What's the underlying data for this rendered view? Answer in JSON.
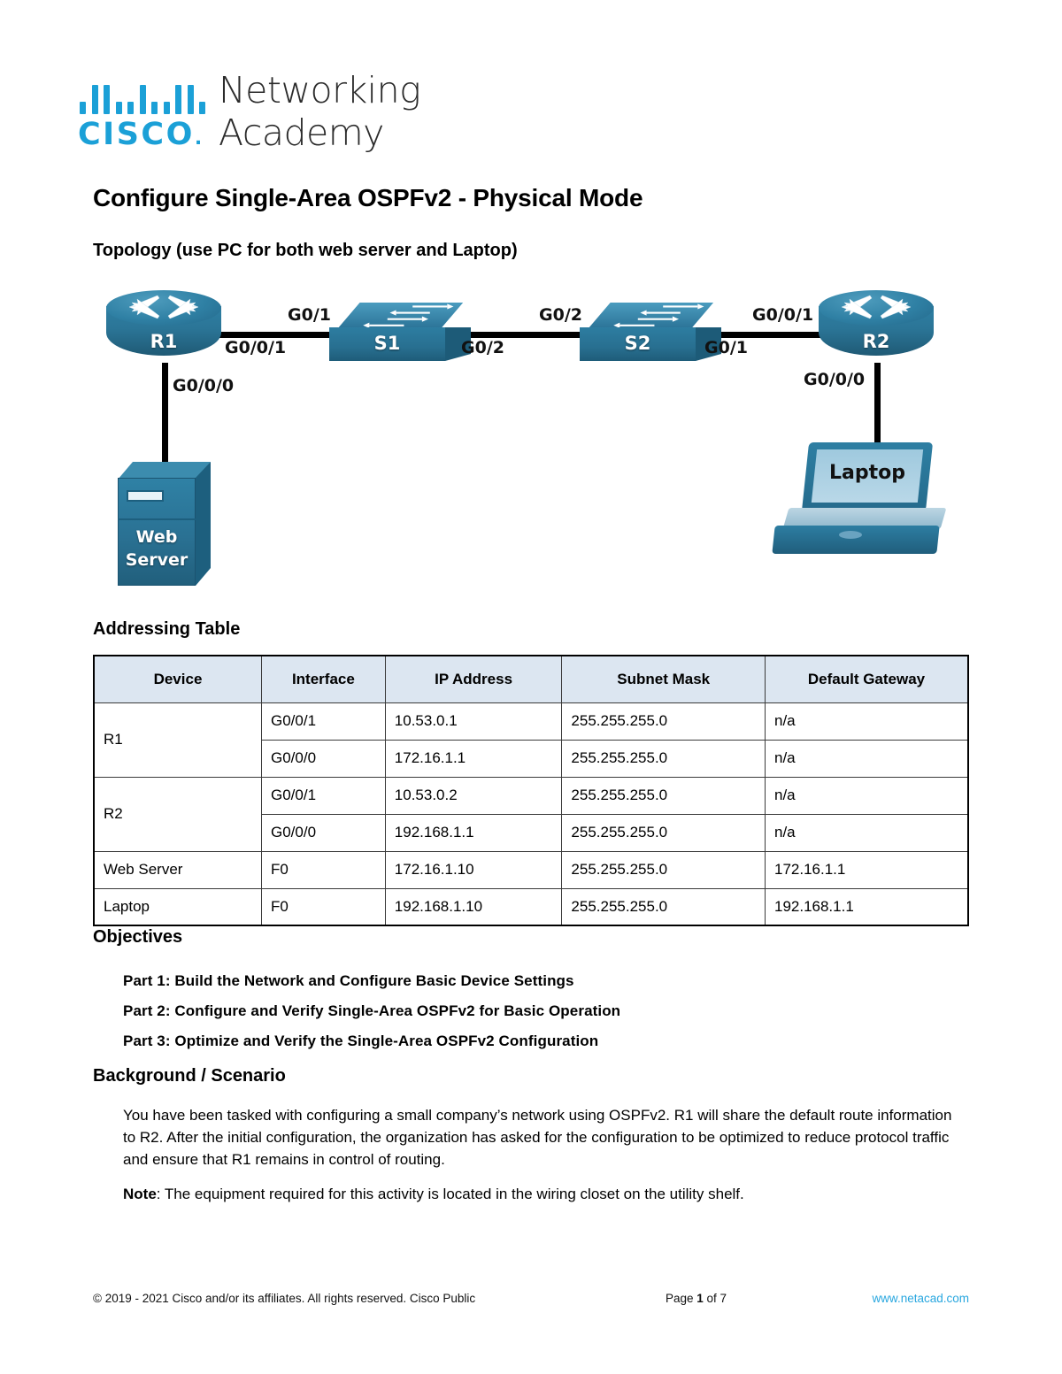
{
  "brand": {
    "logo_name": "cisco-networking-academy-logo",
    "cisco_wordmark": "CISCO",
    "line1": "Networking",
    "line2": "Academy",
    "logo_color": "#1ba0d7",
    "bar_pattern": [
      "s",
      "t",
      "t",
      "s",
      "s",
      "t",
      "s",
      "s",
      "t",
      "t",
      "s"
    ]
  },
  "document": {
    "title": "Configure Single-Area OSPFv2 - Physical Mode",
    "topology_heading": "Topology (use PC for both web server and Laptop)",
    "addressing_heading": "Addressing Table",
    "objectives_heading": "Objectives",
    "background_heading": "Background / Scenario"
  },
  "topology": {
    "devices": [
      {
        "id": "r1",
        "type": "router",
        "label": "R1"
      },
      {
        "id": "s1",
        "type": "switch",
        "label": "S1"
      },
      {
        "id": "s2",
        "type": "switch",
        "label": "S2"
      },
      {
        "id": "r2",
        "type": "router",
        "label": "R2"
      },
      {
        "id": "web_server",
        "type": "server",
        "label_line1": "Web",
        "label_line2": "Server"
      },
      {
        "id": "laptop",
        "type": "laptop",
        "label": "Laptop"
      }
    ],
    "interface_labels": {
      "r1_to_s1": "G0/0/1",
      "s1_to_r1": "G0/1",
      "s1_to_s2": "G0/2",
      "s2_to_s1": "G0/2",
      "s2_to_r2": "G0/1",
      "r2_to_s2": "G0/0/1",
      "r1_to_server": "G0/0/0",
      "r2_to_laptop": "G0/0/0"
    },
    "icon_colors": {
      "device_blue": "#2d7da1",
      "device_blue_dark": "#1f5a75",
      "link_black": "#000000"
    }
  },
  "addressing_table": {
    "columns": [
      "Device",
      "Interface",
      "IP Address",
      "Subnet Mask",
      "Default Gateway"
    ],
    "rows": [
      {
        "device": "R1",
        "interface": "G0/0/1",
        "ip": "10.53.0.1",
        "mask": "255.255.255.0",
        "gateway": "n/a",
        "device_rowspan": 2
      },
      {
        "device": "",
        "interface": "G0/0/0",
        "ip": "172.16.1.1",
        "mask": "255.255.255.0",
        "gateway": "n/a"
      },
      {
        "device": "R2",
        "interface": "G0/0/1",
        "ip": "10.53.0.2",
        "mask": "255.255.255.0",
        "gateway": "n/a",
        "device_rowspan": 2
      },
      {
        "device": "",
        "interface": "G0/0/0",
        "ip": "192.168.1.1",
        "mask": "255.255.255.0",
        "gateway": "n/a"
      },
      {
        "device": "Web Server",
        "interface": "F0",
        "ip": "172.16.1.10",
        "mask": "255.255.255.0",
        "gateway": "172.16.1.1"
      },
      {
        "device": "Laptop",
        "interface": "F0",
        "ip": "192.168.1.10",
        "mask": "255.255.255.0",
        "gateway": "192.168.1.1"
      }
    ],
    "header_bg": "#dce6f1"
  },
  "objectives": [
    "Part 1: Build the Network and Configure Basic Device Settings",
    "Part 2: Configure and Verify Single-Area OSPFv2 for Basic Operation",
    "Part 3: Optimize and Verify the Single-Area OSPFv2 Configuration"
  ],
  "background": {
    "paragraph": "You have been tasked with configuring a small company’s network using OSPFv2. R1 will share the default route information to R2. After the initial configuration, the organization has asked for the configuration to be optimized to reduce protocol traffic and ensure that R1 remains in control of routing.",
    "note_label": "Note",
    "note_text": ": The equipment required for this activity is located in the wiring closet on the utility shelf."
  },
  "footer": {
    "copyright": "© 2019 - 2021 Cisco and/or its affiliates. All rights reserved. Cisco Public",
    "page_prefix": "Page ",
    "page_number": "1",
    "page_suffix": " of 7",
    "url": "www.netacad.com",
    "url_color": "#29a7df"
  }
}
